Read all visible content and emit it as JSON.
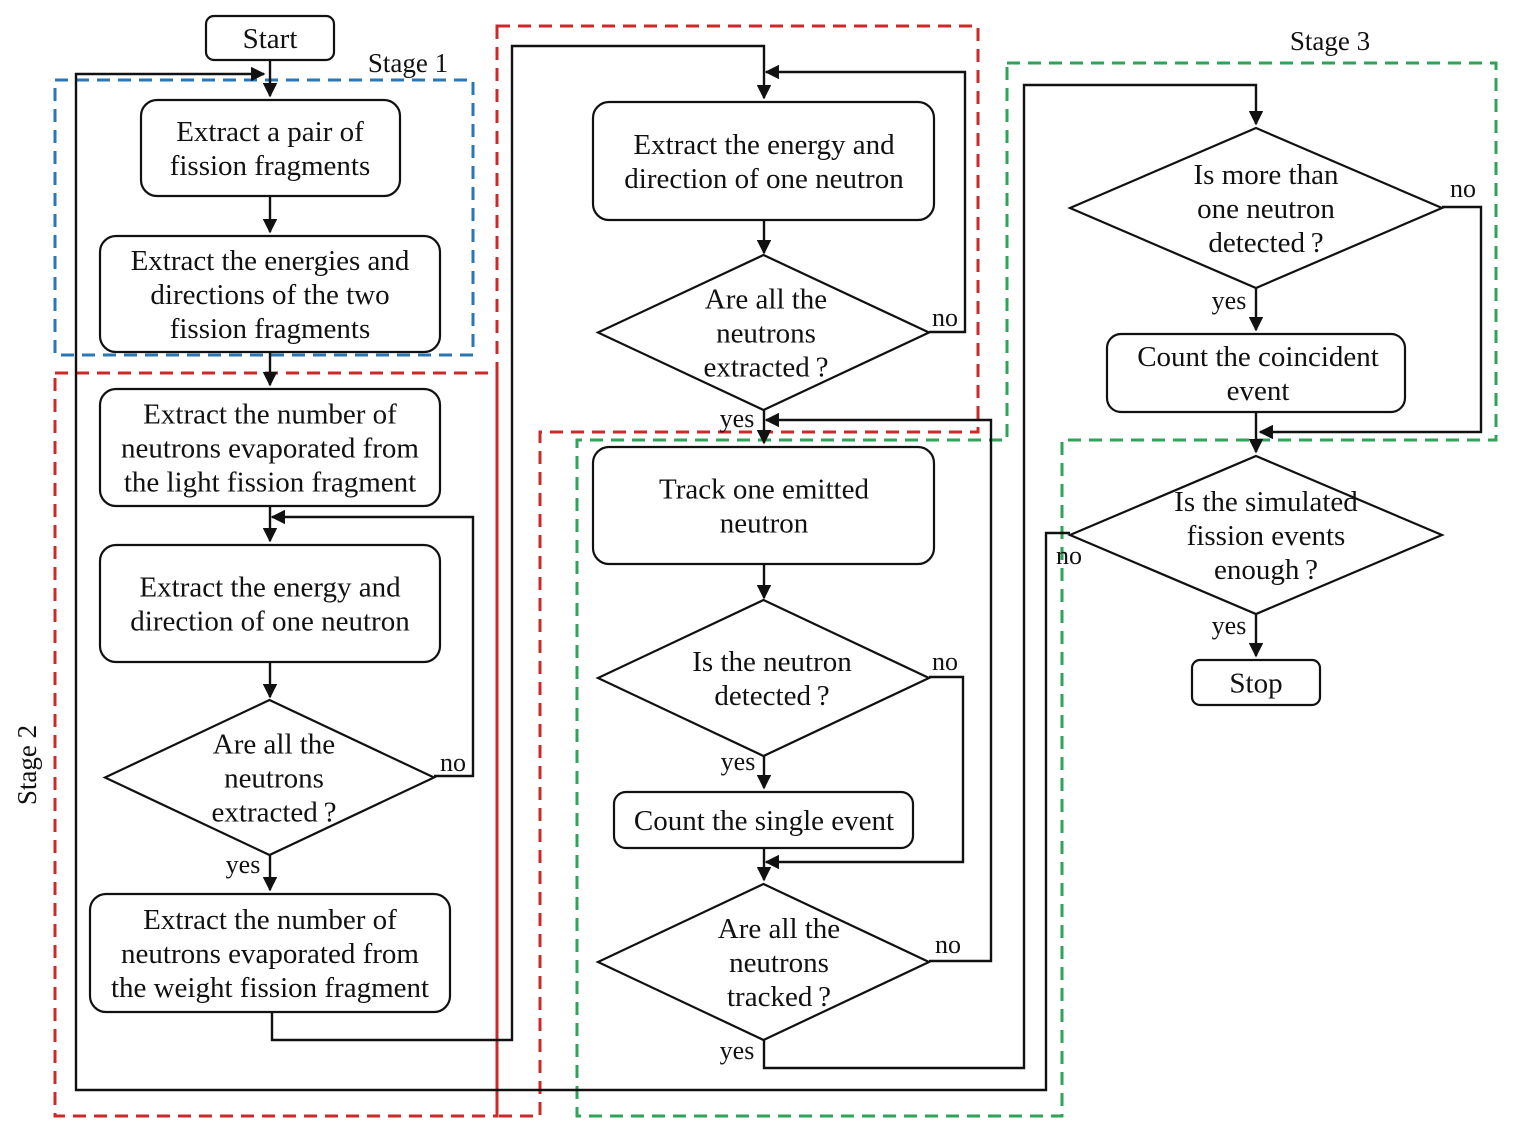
{
  "colors": {
    "stage1": "#2a77b8",
    "stage2": "#cc2a2a",
    "stage3": "#2ea35a",
    "line": "#111111"
  },
  "stages": {
    "stage1": "Stage 1",
    "stage2": "Stage 2",
    "stage3": "Stage 3"
  },
  "nodes": {
    "start": [
      "Start"
    ],
    "extract_pair": [
      "Extract a pair of",
      "fission fragments"
    ],
    "extract_energies": [
      "Extract the energies and",
      "directions of the two",
      "fission fragments"
    ],
    "extract_number_light": [
      "Extract the number of",
      "neutrons evaporated from",
      "the light fission fragment"
    ],
    "extract_energy_dir_left": [
      "Extract the energy and",
      "direction of one neutron"
    ],
    "decision_all_extracted_left": [
      "Are all the",
      "neutrons",
      "extracted ?"
    ],
    "extract_number_weight": [
      "Extract the number of",
      "neutrons evaporated from",
      "the weight fission fragment"
    ],
    "extract_energy_dir_mid": [
      "Extract the energy and",
      "direction of one neutron"
    ],
    "decision_all_extracted_mid": [
      "Are all the",
      "neutrons",
      "extracted ?"
    ],
    "track_neutron": [
      "Track one emitted",
      "neutron"
    ],
    "decision_detected": [
      "Is the neutron",
      "detected ?"
    ],
    "count_single": [
      "Count the single event"
    ],
    "decision_all_tracked": [
      "Are all the",
      "neutrons",
      "tracked ?"
    ],
    "decision_more_than_one": [
      "Is more than",
      "one neutron",
      "detected ?"
    ],
    "count_coincident": [
      "Count the coincident",
      "event"
    ],
    "decision_enough": [
      "Is the simulated",
      "fission events",
      "enough ?"
    ],
    "stop": [
      "Stop"
    ]
  },
  "edge_labels": {
    "left_no": "no",
    "left_yes": "yes",
    "mid_no": "no",
    "mid_yes": "yes",
    "detected_no": "no",
    "detected_yes": "yes",
    "tracked_no": "no",
    "tracked_yes": "yes",
    "more_no": "no",
    "more_yes": "yes",
    "enough_no": "no",
    "enough_yes": "yes"
  }
}
